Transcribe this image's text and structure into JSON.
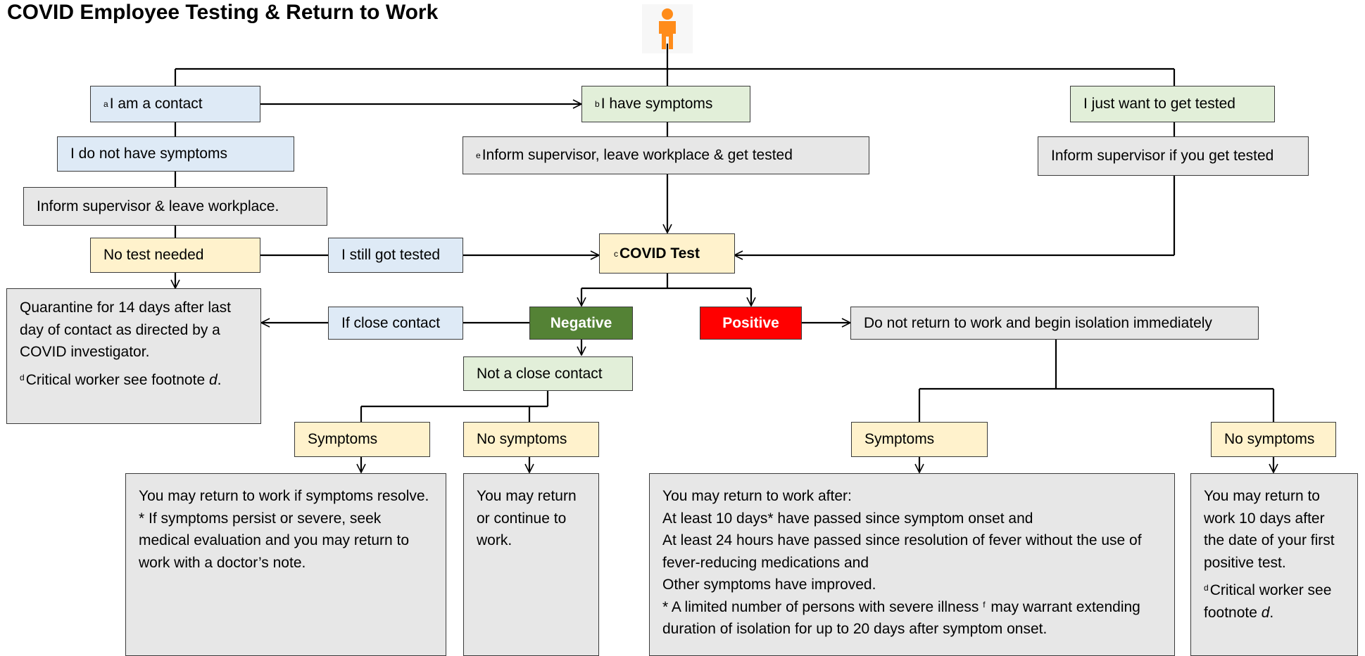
{
  "title": "COVID Employee Testing & Return to Work",
  "icons": {
    "person": "person-icon",
    "person_color": "#ff8c1a"
  },
  "colors": {
    "blue": "#deeaf6",
    "green": "#e2efd9",
    "gray": "#e7e7e7",
    "yellow": "#fff2cc",
    "negative": "#548235",
    "positive": "#ff0000"
  },
  "nodes": {
    "contact": {
      "sup": "a",
      "text": "I am a contact"
    },
    "symptoms": {
      "sup": "b",
      "text": "I have symptoms"
    },
    "want_test": {
      "text": "I just want to get tested"
    },
    "no_symptoms": {
      "text": "I do not have symptoms"
    },
    "inform_leave": {
      "sup": "e",
      "text": "Inform supervisor, leave workplace & get tested"
    },
    "inform_if": {
      "text": "Inform supervisor if you get tested"
    },
    "inform_supervisor": {
      "text": "Inform supervisor & leave workplace."
    },
    "no_test": {
      "text": "No test needed"
    },
    "still_tested": {
      "text": "I still got tested"
    },
    "covid_test": {
      "sup": "c",
      "text": "COVID Test"
    },
    "quarantine": {
      "line1": "Quarantine for 14 days after last day of contact as directed by a COVID investigator.",
      "sup": "d",
      "line2_pre": "Critical worker see footnote ",
      "line2_em": "d",
      "line2_post": "."
    },
    "if_close": {
      "text": "If close contact"
    },
    "negative": {
      "text": "Negative"
    },
    "positive": {
      "text": "Positive"
    },
    "isolate": {
      "text": "Do not return to work and begin isolation immediately"
    },
    "not_close": {
      "text": "Not a close contact"
    },
    "neg_symptoms": {
      "text": "Symptoms"
    },
    "neg_no_symptoms": {
      "text": "No symptoms"
    },
    "pos_symptoms": {
      "text": "Symptoms"
    },
    "pos_no_symptoms": {
      "text": "No symptoms"
    },
    "resolve": {
      "line1": "You may return to work if symptoms resolve.",
      "line2": "* If symptoms persist or severe, seek medical evaluation and you may return to work with a doctor’s note."
    },
    "continue": {
      "text": "You may return or continue to work."
    },
    "after": {
      "line1": "You may return to work after:",
      "line2": "At least 10 days* have passed since symptom onset and",
      "line3": "At least 24 hours have passed since resolution of fever without the use of fever-reducing medications and",
      "line4": "Other symptoms have improved.",
      "line5_pre": "* A limited number of persons with severe illness ",
      "line5_sup": "f",
      "line5_post": " may warrant extending duration of isolation for up to 20 days after symptom onset."
    },
    "ten_days": {
      "line1": "You may return to work 10 days after the date of your first positive test.",
      "sup": "d",
      "line2_pre": "Critical worker see footnote ",
      "line2_em": "d",
      "line2_post": "."
    }
  }
}
